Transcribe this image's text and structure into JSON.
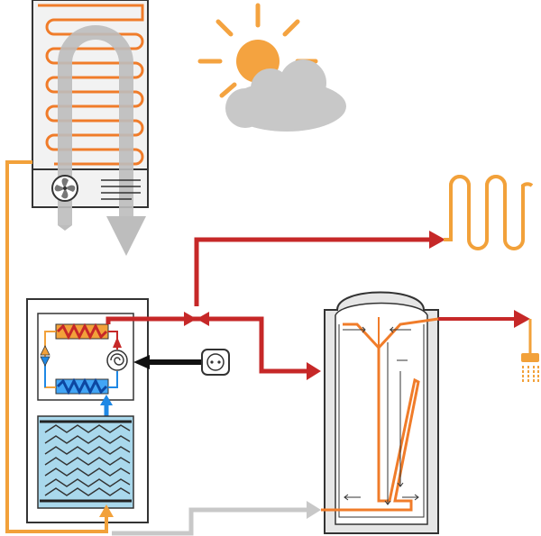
{
  "diagram": {
    "components": [
      {
        "id": "outdoor-unit",
        "kind": "air-source heat exchanger with fan"
      },
      {
        "id": "sun",
        "kind": "weather icon"
      },
      {
        "id": "cloud",
        "kind": "weather icon"
      },
      {
        "id": "heat-pump-unit",
        "kind": "indoor unit with condenser, evaporator, compressor, expansion valve"
      },
      {
        "id": "ground-collector",
        "kind": "serpentine collector"
      },
      {
        "id": "power-socket",
        "kind": "electrical supply"
      },
      {
        "id": "floor-heating-coil",
        "kind": "radiator coil"
      },
      {
        "id": "storage-tank",
        "kind": "hot water cylinder"
      },
      {
        "id": "shower-head",
        "kind": "hot water outlet"
      }
    ],
    "colors": {
      "hot": "#c62828",
      "warm": "#f2a13a",
      "cold": "#1e88e5",
      "return": "#c8c8c8",
      "fan_air": "#bdbdbd",
      "outline": "#333333",
      "collector_fill": "#a9d8ec",
      "sun": "#f4a340"
    }
  }
}
